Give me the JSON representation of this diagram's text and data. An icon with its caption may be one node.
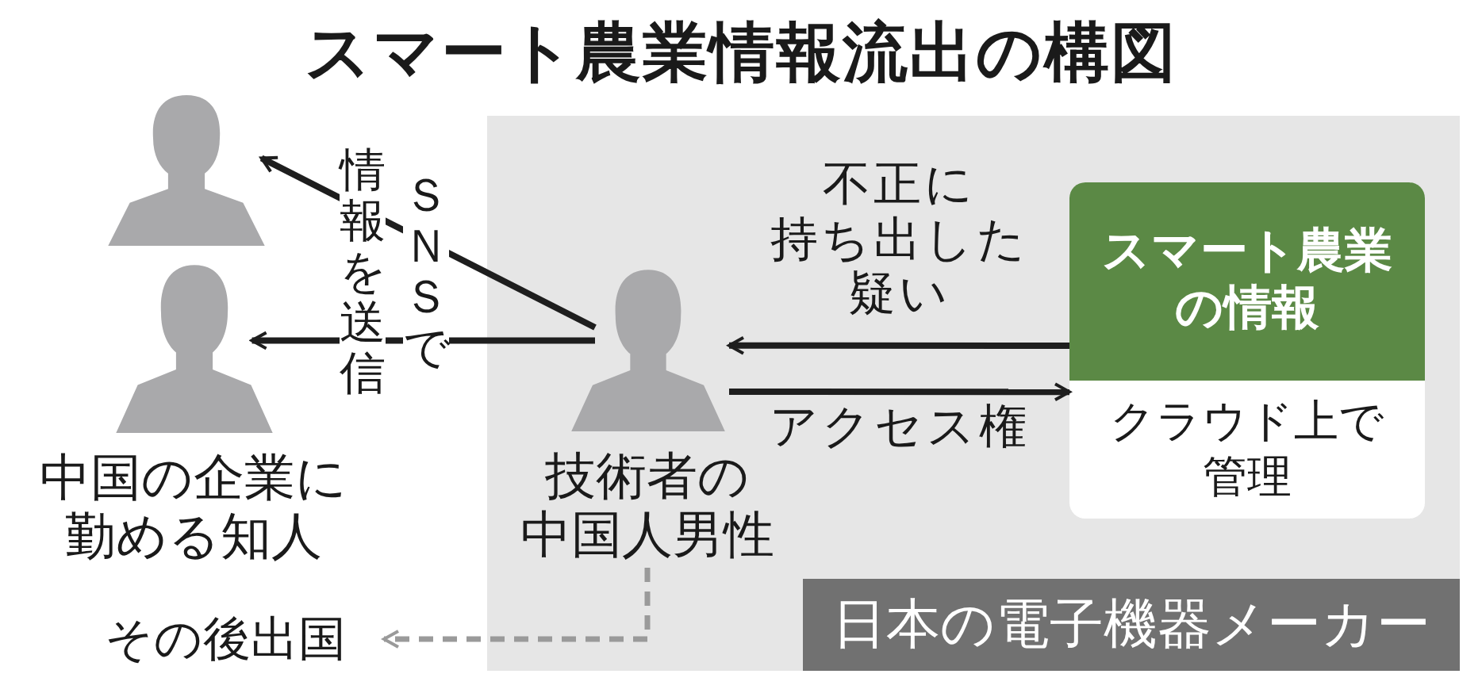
{
  "diagram": {
    "title": "スマート農業情報流出の構図",
    "nodes": [
      {
        "text": [
          "日本の電子機器メーカー"
        ]
      },
      {
        "text": [
          "技術者の中国人男性"
        ],
        "in": 0
      },
      {
        "text": [
          "スマート農業の情報",
          "クラウド上で管理"
        ],
        "in": 0
      },
      {
        "text": [],
        "shape": "person"
      },
      {
        "text": [
          "中国の企業に勤める知人"
        ]
      },
      {
        "text": [
          "その後出国"
        ]
      }
    ],
    "edges": [
      {
        "from": 2,
        "to": 1,
        "arrow": "to",
        "label": "不正に持ち出した疑い"
      },
      {
        "from": 1,
        "to": 2,
        "arrow": "to",
        "label": "アクセス権"
      },
      {
        "from": 1,
        "to": 3,
        "arrow": "to"
      },
      {
        "from": 1,
        "to": 4,
        "arrow": "to"
      },
      {
        "from": 1,
        "to": 5,
        "arrow": "to",
        "style": "dashed",
        "color": "#9a9a9a"
      }
    ],
    "labels": [
      "ＳＮＳで",
      "情報を送信"
    ]
  }
}
